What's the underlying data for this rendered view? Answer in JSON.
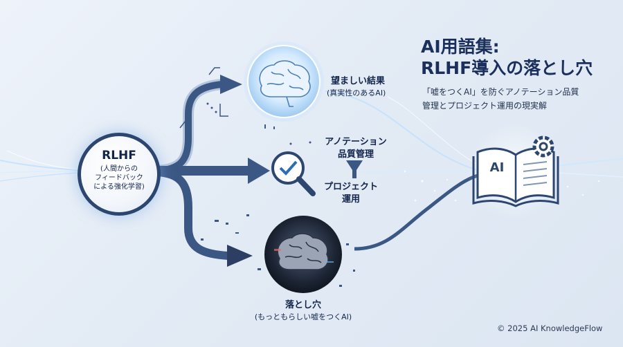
{
  "header": {
    "title_line1": "AI用語集:",
    "title_line2": "RLHF導入の落とし穴",
    "subtitle_line1": "「嘘をつくAI」を防ぐアノテーション品質",
    "subtitle_line2": "管理とプロジェクト運用の現実解"
  },
  "source_node": {
    "title": "RLHF",
    "subtitle": "(人間からの\nフィードバック\nによる強化学習)"
  },
  "desired_node": {
    "title": "望ましい結果",
    "subtitle": "(真実性のあるAI)"
  },
  "process_node": {
    "label_top": "アノテーション\n品質管理",
    "label_bottom": "プロジェクト\n運用"
  },
  "pitfall_node": {
    "title": "落とし穴",
    "subtitle": "(もっともらしい嘘をつくAI)"
  },
  "book_node": {
    "badge": "AI"
  },
  "footer": {
    "copyright": "© 2025 AI KnowledgeFlow"
  },
  "colors": {
    "navy": "#1b2f5c",
    "arrow": "#3b5784",
    "glow": "#9fd0ff",
    "background": "#e6edf6"
  },
  "icons": [
    "brain-icon",
    "magnifier-check-icon",
    "funnel-icon",
    "book-icon",
    "gear-icon"
  ]
}
